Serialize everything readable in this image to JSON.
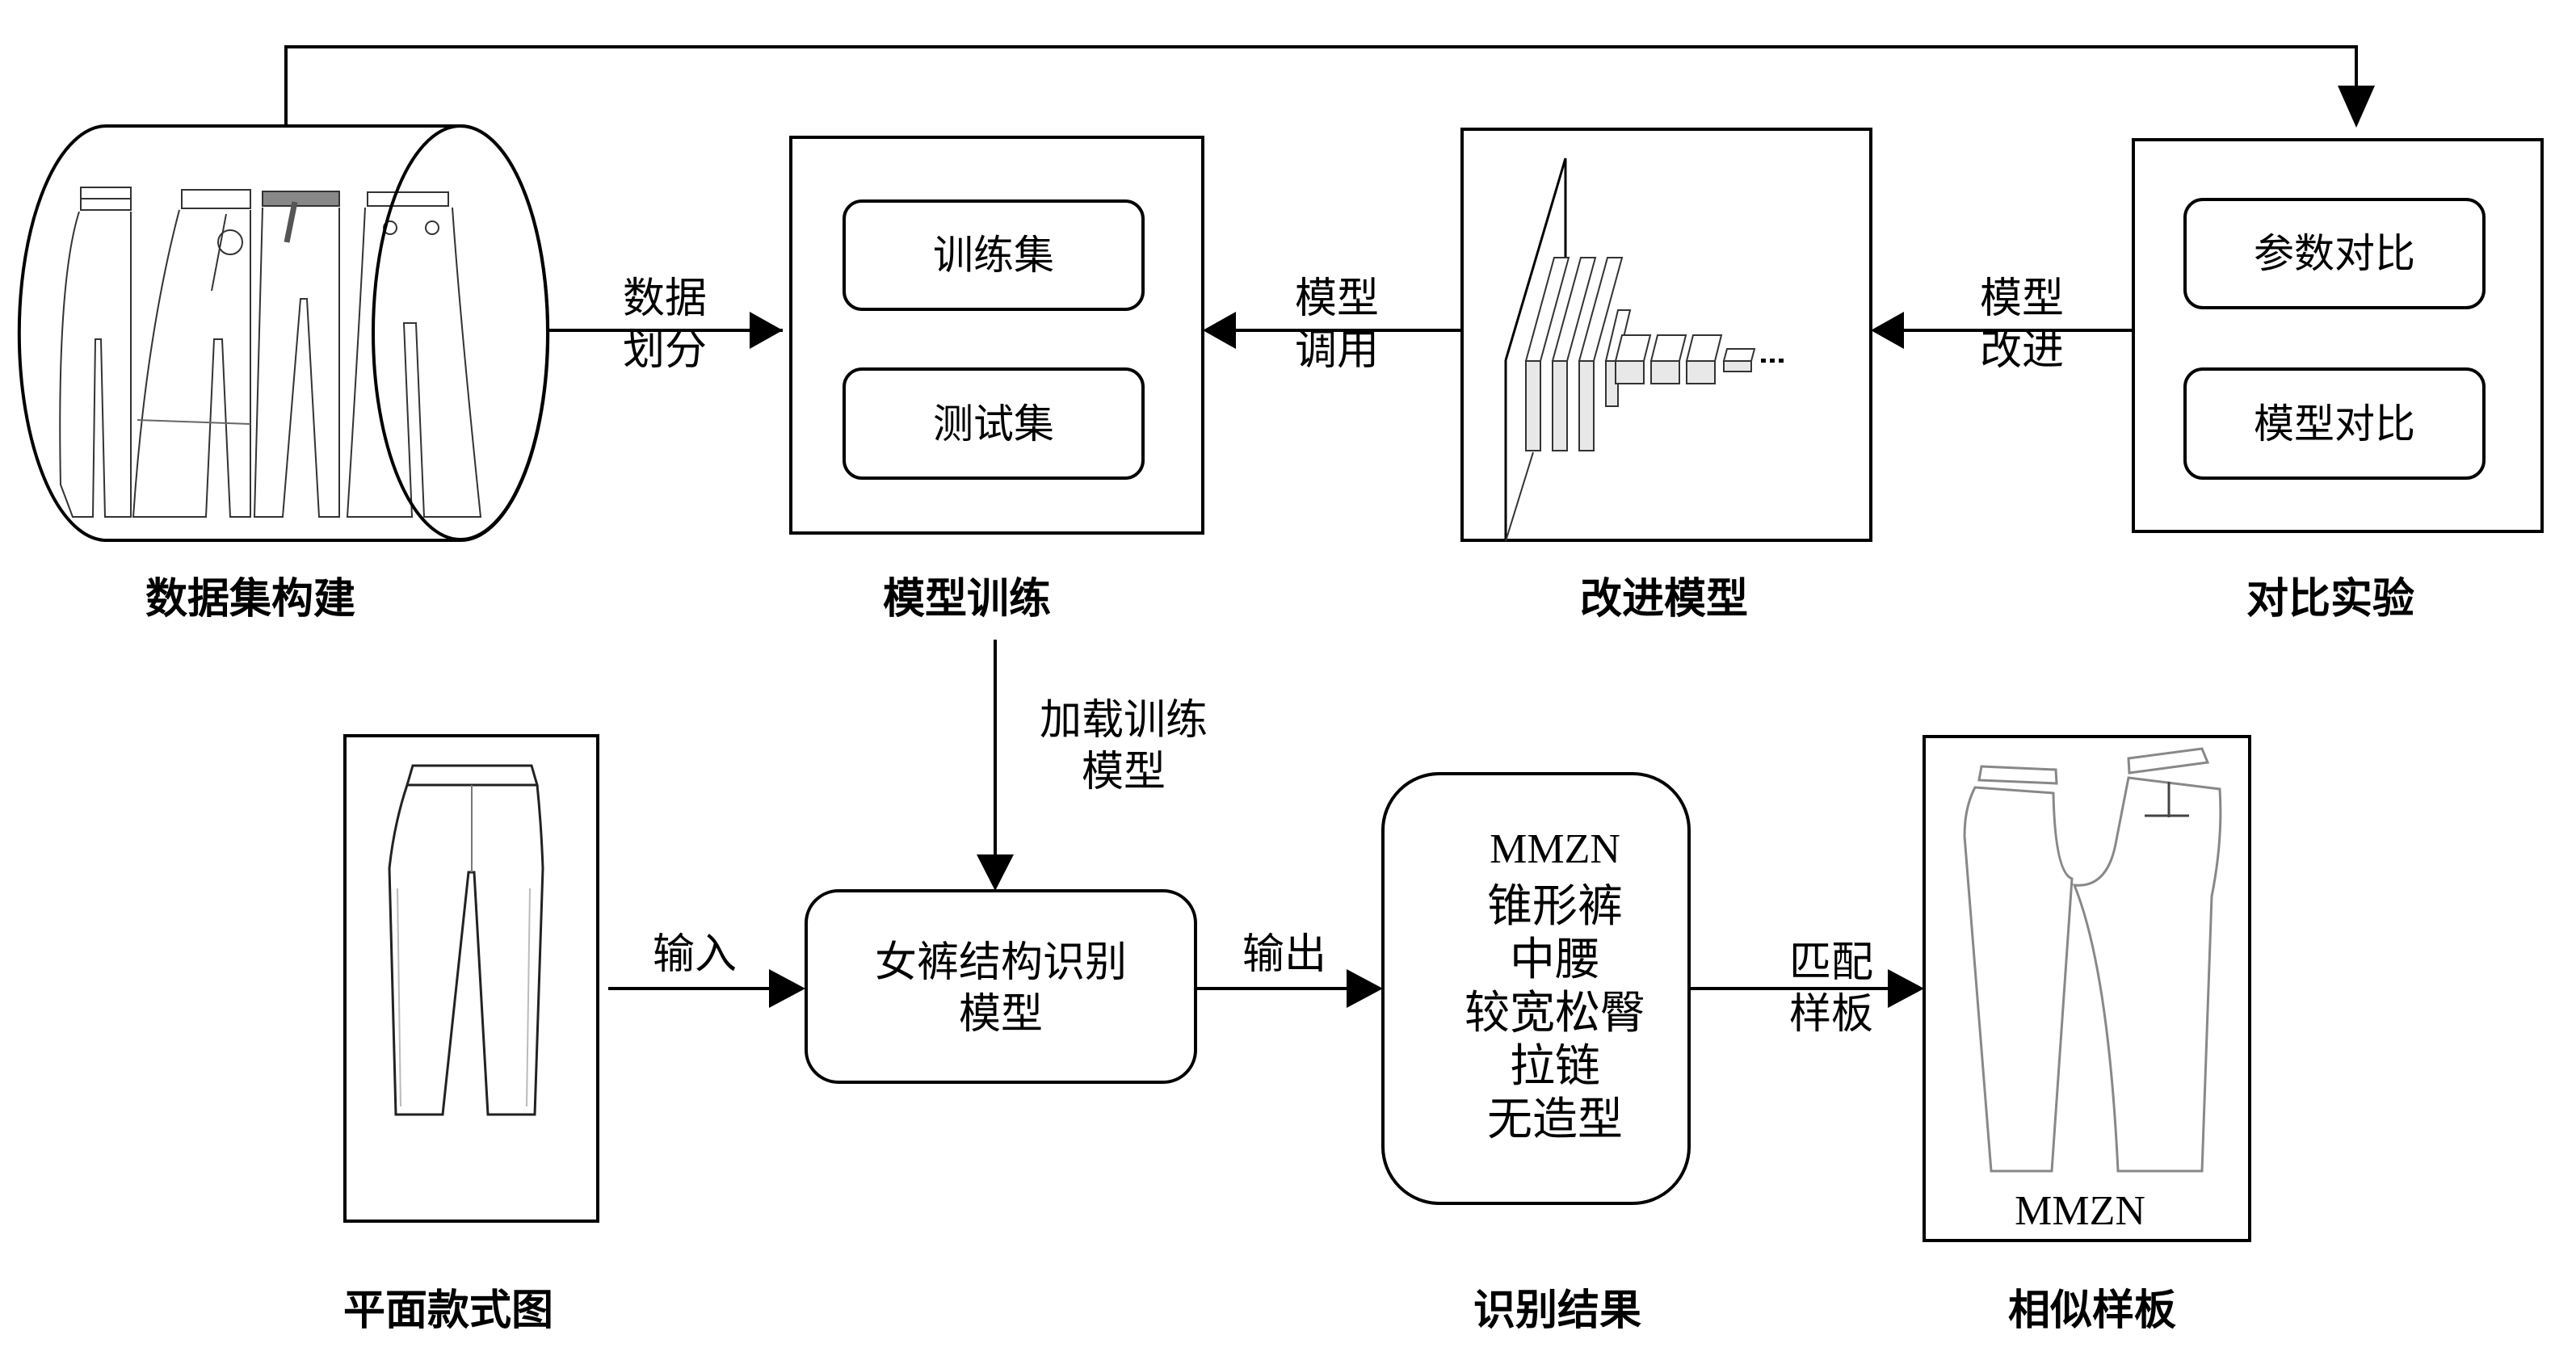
{
  "figure": {
    "stages_top": [
      {
        "id": "dataset",
        "caption": "数据集构建"
      },
      {
        "id": "training",
        "caption": "模型训练",
        "items": [
          "训练集",
          "测试集"
        ]
      },
      {
        "id": "improved",
        "caption": "改进模型",
        "note": "…"
      },
      {
        "id": "comparison",
        "caption": "对比实验",
        "items": [
          "参数对比",
          "模型对比"
        ]
      }
    ],
    "edges_top": [
      {
        "from": "dataset",
        "to": "training",
        "label_lines": [
          "数据",
          "划分"
        ]
      },
      {
        "from": "improved",
        "to": "training",
        "label_lines": [
          "模型",
          "调用"
        ]
      },
      {
        "from": "comparison",
        "to": "improved",
        "label_lines": [
          "模型",
          "改进"
        ]
      },
      {
        "from": "dataset",
        "to": "comparison",
        "label_lines": []
      }
    ],
    "load_edge": {
      "from": "training",
      "to": "recognizer",
      "label_lines": [
        "加载训练",
        "模型"
      ]
    },
    "stages_bottom": [
      {
        "id": "flat_sketch",
        "caption": "平面款式图"
      },
      {
        "id": "recognizer",
        "label_lines": [
          "女裤结构识别",
          "模型"
        ]
      },
      {
        "id": "result",
        "caption": "识别结果",
        "brand": "MMZN",
        "attributes": [
          "锥形裤",
          "中腰",
          "较宽松臀",
          "拉链",
          "无造型"
        ]
      },
      {
        "id": "pattern",
        "caption": "相似样板",
        "brand": "MMZN"
      }
    ],
    "edges_bottom": [
      {
        "from": "flat_sketch",
        "to": "recognizer",
        "label": "输入"
      },
      {
        "from": "recognizer",
        "to": "result",
        "label": "输出"
      },
      {
        "from": "result",
        "to": "pattern",
        "label_lines": [
          "匹配",
          "样板"
        ]
      }
    ]
  }
}
